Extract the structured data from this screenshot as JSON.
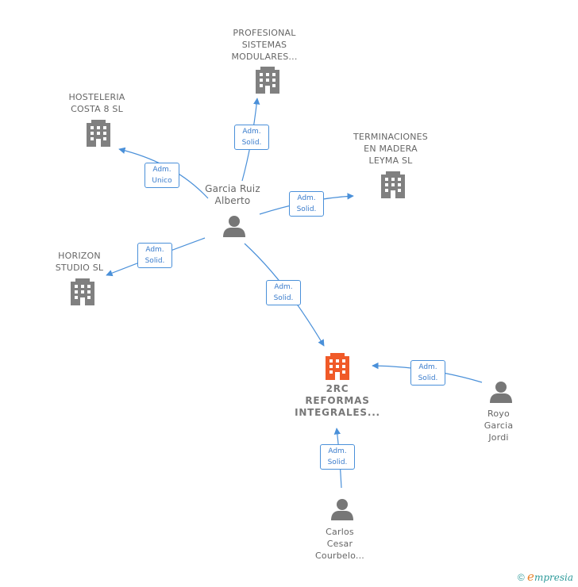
{
  "nodes": {
    "profesional": "PROFESIONAL\nSISTEMAS\nMODULARES...",
    "hosteleria": "HOSTELERIA\nCOSTA 8 SL",
    "terminaciones": "TERMINACIONES\nEN MADERA\nLEYMA  SL",
    "horizon": "HORIZON\nSTUDIO  SL",
    "garcia": "Garcia Ruiz\nAlberto",
    "main": "2RC\nREFORMAS\nINTEGRALES...",
    "royo": "Royo\nGarcia\nJordi",
    "carlos": "Carlos\nCesar\nCourbelo..."
  },
  "relations": {
    "r_profesional": "Adm.\nSolid.",
    "r_hosteleria": "Adm.\nUnico",
    "r_terminaciones": "Adm.\nSolid.",
    "r_horizon": "Adm.\nSolid.",
    "r_main": "Adm.\nSolid.",
    "r_royo": "Adm.\nSolid.",
    "r_carlos": "Adm.\nSolid."
  },
  "colors": {
    "company_icon": "#808080",
    "main_company_icon": "#f05a28",
    "person_icon": "#777777",
    "edge": "#4a90d9"
  },
  "footer": {
    "copyright": "©",
    "brand_initial": "e",
    "brand_rest": "mpresia"
  }
}
